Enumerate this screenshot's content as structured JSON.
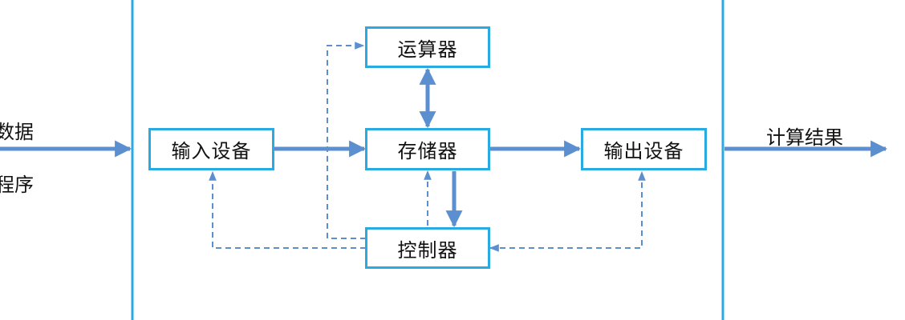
{
  "colors": {
    "frame": "#29ABE2",
    "box_border": "#29ABE2",
    "arrow": "#5B8FD0",
    "text": "#111111"
  },
  "inputs": {
    "data_label": "数据",
    "program_label": "程序"
  },
  "output": {
    "result_label": "计算结果"
  },
  "nodes": {
    "alu": "运算器",
    "input_device": "输入设备",
    "memory": "存储器",
    "output_device": "输出设备",
    "controller": "控制器"
  }
}
